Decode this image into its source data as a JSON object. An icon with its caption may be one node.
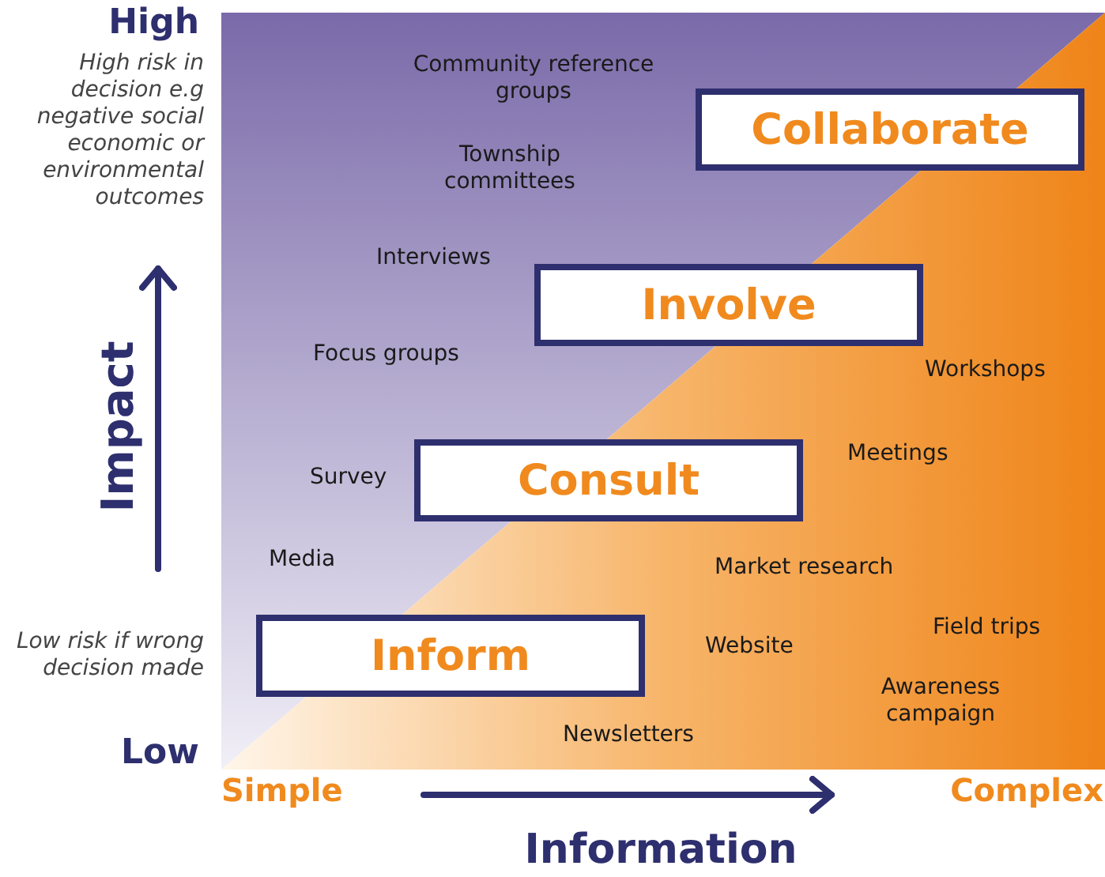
{
  "diagram": {
    "nodes": [
      {
        "text": [
          "Collaborate"
        ]
      },
      {
        "text": [
          "Involve"
        ]
      },
      {
        "text": [
          "Consult"
        ]
      },
      {
        "text": [
          "Inform"
        ]
      }
    ],
    "labels": [
      "High",
      "High risk in decision e.g negative social economic or environmental outcomes",
      "Community reference groups",
      "Township committees",
      "Interviews",
      "Focus groups",
      "Workshops",
      "Impact",
      "Survey",
      "Meetings",
      "Media",
      "Market research",
      "Low risk if wrong decision made",
      "Field trips",
      "Website",
      "Awareness campaign",
      "Newsletters",
      "Low",
      "Simple",
      "Complex",
      "Information"
    ]
  }
}
